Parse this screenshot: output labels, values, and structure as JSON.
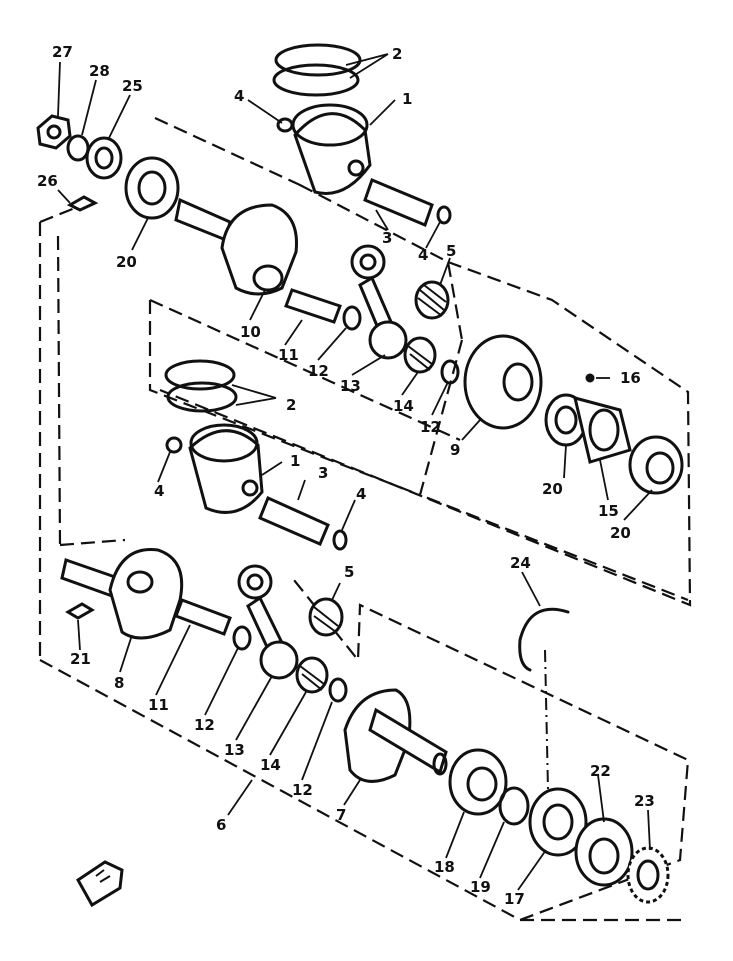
{
  "colors": {
    "ink": "#111111",
    "paper": "#ffffff"
  },
  "labels": {
    "p1_top": "1",
    "p2_top": "2",
    "p3_top": "3",
    "p4_top_left": "4",
    "p4_top_right": "4",
    "p5_top": "5",
    "p27": "27",
    "p28": "28",
    "p25": "25",
    "p26": "26",
    "p20_top": "20",
    "p10": "10",
    "p11_top": "11",
    "p12_top_a": "12",
    "p13_top": "13",
    "p14_top": "14",
    "p12_top_b": "12",
    "p9": "9",
    "p16": "16",
    "p20_mid": "20",
    "p15": "15",
    "p20_right": "20",
    "p2_mid": "2",
    "p1_mid": "1",
    "p3_mid": "3",
    "p4_mid_left": "4",
    "p4_mid_right": "4",
    "p5_mid": "5",
    "p24": "24",
    "p21": "21",
    "p8": "8",
    "p11_low": "11",
    "p12_low_a": "12",
    "p13_low": "13",
    "p14_low": "14",
    "p12_low_b": "12",
    "p6": "6",
    "p7": "7",
    "p18": "18",
    "p19": "19",
    "p17": "17",
    "p22": "22",
    "p23": "23"
  }
}
